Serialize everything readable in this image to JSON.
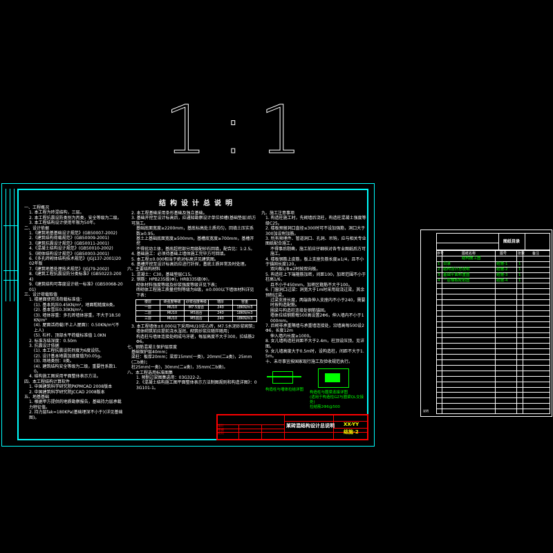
{
  "scale_label": "1:1",
  "sheet_title": "结构设计总说明",
  "col1": [
    {
      "t": "一、工程概况",
      "l": 0
    },
    {
      "t": "1. 本工程为砖混结构，三层。",
      "l": 1
    },
    {
      "t": "2. 本工程抗震设防类别为丙类，安全等级为二级。",
      "l": 1
    },
    {
      "t": "3. 本工程结构设计使用年限为50年。",
      "l": 1
    },
    {
      "t": "二、设计依据",
      "l": 0
    },
    {
      "t": "1.《建筑地基基础设计规范》(GB50007-2002)",
      "l": 1
    },
    {
      "t": "2.《建筑结构荷载规范》(GB50009-2001)",
      "l": 1
    },
    {
      "t": "3.《建筑抗震设计规范》(GB50011-2001)",
      "l": 1
    },
    {
      "t": "4.《混凝土结构设计规范》(GB50010-2002)",
      "l": 1
    },
    {
      "t": "5.《砌体结构设计规范》(GB50003-2001)",
      "l": 1
    },
    {
      "t": "6.《多孔砖砌体结构技术规范》(JGJ137-2001)2002年版",
      "l": 1
    },
    {
      "t": "7.《建筑地基处理技术规范》(JGJ79-2002)",
      "l": 1
    },
    {
      "t": "8.《建筑工程抗震设防分类标准》(GB50223-2004)",
      "l": 1
    },
    {
      "t": "9.《建筑结构可靠度设计统一标准》(GB50068-2001)",
      "l": 1
    },
    {
      "t": "三、设计荷载取值",
      "l": 0
    },
    {
      "t": "1. 楼屋面使用活荷载标准值：",
      "l": 1
    },
    {
      "t": "(1). 基本风压0.45KN/m²，地面粗糙度B类。",
      "l": 2
    },
    {
      "t": "(2). 基本雪压0.30KN/m²。",
      "l": 2
    },
    {
      "t": "(3). 墙体容重：多孔砖墙体容重，不大于18.50KN/m³",
      "l": 2
    },
    {
      "t": "(4). 屋面活荷载(不上人屋面)：0.50KN/m²(不上人)",
      "l": 2
    },
    {
      "t": "(5). 栏杆、顶部水平荷载标准值 1.0KN",
      "l": 2
    },
    {
      "t": "2. 标准冻结深度：0.50m",
      "l": 1
    },
    {
      "t": "3. 抗震设计依据",
      "l": 1
    },
    {
      "t": "(1). 本工程抗震设防烈度为6度设防。",
      "l": 2
    },
    {
      "t": "(2). 设计基本地震加速度值为0.05g。",
      "l": 2
    },
    {
      "t": "(3). 场地类别：II类。",
      "l": 2
    },
    {
      "t": "(4). 建筑结构安全等级为二级，重要性系数1.0。",
      "l": 2
    },
    {
      "t": "4. 结构施工图采用平面整体表示方法。",
      "l": 1
    },
    {
      "t": "四、本工程结构计算软件",
      "l": 0
    },
    {
      "t": "1. 中国建筑科学研究院PKPMCAD 2008版本",
      "l": 1
    },
    {
      "t": "2. 中国建筑科学研究院JCCAD 2008版本",
      "l": 1
    },
    {
      "t": "五、地基基础",
      "l": 0
    },
    {
      "t": "1. 根据甲方提供的地质勘察报告，基础持力层承载力特征值。",
      "l": 1
    },
    {
      "t": "2. 持力层fak=180KPa(基础埋深不小于)(详见基础图)。",
      "l": 1
    }
  ],
  "col2a": [
    {
      "t": "2. 本工程基础采用条形基础及独立基础。",
      "l": 0
    },
    {
      "t": "3. 基础开挖至设计标高后，应通知勘察设计单位验槽(基础垫层)后方可施工。",
      "l": 0
    },
    {
      "t": "基础底面宽度≥2200mm，基底标高处土质均匀，回填土压实系数≥0.95。",
      "l": 1
    },
    {
      "t": "基土上基础底面宽度≥500mm，基槽底宽度≥700mm，基槽开挖",
      "l": 1
    },
    {
      "t": "不得扰动土体，基底超挖部分用级配砂石回填，配合比：1:2.5。",
      "l": 1
    },
    {
      "t": "4. 基础施工：必须待基础上墙体施工完毕方可回填。",
      "l": 0
    },
    {
      "t": "5. 本工程±0.000相当于绝对标高详见建筑图。",
      "l": 0
    },
    {
      "t": "6. 基槽开挖至设计标高后应进行钎探，基底土质异常及时处理。",
      "l": 0
    },
    {
      "t": "六、主要结构材料",
      "l": -1
    },
    {
      "t": "1. 混凝土：C30，基础垫层C15。",
      "l": 0
    },
    {
      "t": "2. 钢筋：HPB235级(Φ)，HRB335级(Φ)，",
      "l": 0
    },
    {
      "t": "砌体材料强度等级及砂浆强度等级详见下表；",
      "l": 1
    },
    {
      "t": "砖砌体工程施工质量控制等级为B级，±0.000以下墙体材料详见下表：",
      "l": 1
    }
  ],
  "table": {
    "headers": [
      "楼层",
      "砖强度等级",
      "砂浆强度等级",
      "墙厚",
      "容重"
    ],
    "rows": [
      [
        "一层",
        "MU10",
        "M7.5混合",
        "240",
        "18KN/m3"
      ],
      [
        "二层",
        "MU10",
        "M5混合",
        "240",
        "18KN/m3"
      ],
      [
        "三层",
        "MU10",
        "M5混合",
        "240",
        "18KN/m3"
      ]
    ]
  },
  "col2b": [
    {
      "t": "3. 本工程墙体±0.000以下采用MU10实心砖，M7.5水泥砂浆砌筑；",
      "l": 0
    },
    {
      "t": "墙体砌筑前应提前浇水湿润，砌筑砂浆应随拌随用；",
      "l": 1
    },
    {
      "t": "构造柱与墙体连接处砌成马牙槎，每层高度不大于300，拉结筋2Φ6。",
      "l": 1
    },
    {
      "t": "七、钢筋混凝土保护层厚度",
      "l": -1
    },
    {
      "t": "基础保护层40mm；",
      "l": 0
    },
    {
      "t": "梁柱：板厚20mm；梁厚15mm(一类)，20mm(二a类)，25mm(二b类)；",
      "l": 0
    },
    {
      "t": "柱25mm(一类)，30mm(二a类)，35mm(二b类)。",
      "l": 0
    },
    {
      "t": "八、本工程选用标准图集",
      "l": -1
    },
    {
      "t": "1. 预制过梁图集选用：03G322-2。",
      "l": 1
    },
    {
      "t": "2.《混凝土结构施工图平面整体表示方法制图规则和构造详图》：03G101-1。",
      "l": 1
    }
  ],
  "col3": [
    {
      "t": "九、施工注意事项",
      "l": -1
    },
    {
      "t": "1. 构造柱施工时，先砌墙后浇柱，构造柱混凝土强度等级C25。",
      "l": 0
    },
    {
      "t": "2. 楼板预留洞口直径≤300时可不设加强筋，洞口大于300加设附加筋。",
      "l": 0
    },
    {
      "t": "3. 所有预埋件、管道洞口、孔洞、吊钩，应与相关专业图纸配合施工，",
      "l": 0
    },
    {
      "t": "不得事后剔凿，施工前应仔细核对各专业图纸后方可施工。",
      "l": 1
    },
    {
      "t": "4. 楼板钢筋上皮筋，板上支座负筋长度≥1/4，且不小于锚固长度120，",
      "l": 0
    },
    {
      "t": "双向板L/B≤2时按双向板。",
      "l": 1
    },
    {
      "t": "5. 构造柱上下端箍筋加密，间距100，加密范围不小于柱高1/6，",
      "l": 0
    },
    {
      "t": "且不小于450mm，加密区箍筋不大于100。",
      "l": 1
    },
    {
      "t": "6. 门窗洞口过梁：洞宽大于1m时采用现浇过梁，其余预制过梁，",
      "l": 0
    },
    {
      "t": "过梁支座长度，两端各伸入支座内不小于240，需要时按构造配筋。",
      "l": 1
    },
    {
      "t": "圈梁与构造柱连接处钢筋锚固。",
      "l": 1
    },
    {
      "t": "墙体拉结钢筋每500高设置2Φ6，伸入墙内不小于1000mm。",
      "l": 1
    },
    {
      "t": "7. 后砌非承重隔墙与承重墙连接处，沿墙高每500设2Φ6，长度12m",
      "l": 0
    },
    {
      "t": "伸入墙内长度≥1000。",
      "l": 1
    },
    {
      "t": "8. 女儿墙构造柱间距不大于2.4m，柱顶设压顶，见详图。",
      "l": 0
    },
    {
      "t": "9. 女儿墙高度大于0.5m时，设构造柱，间距不大于1.5m。",
      "l": 0
    },
    {
      "t": "十、未尽事宜按国家现行施工及验收规范执行。",
      "l": 0
    }
  ],
  "detail_labels": {
    "left": "构造柱与墙体拉结详图",
    "right_1": "构造柱与圈梁连接详图",
    "right_2": "(适用于构造柱GZ与圈梁QL交接处)",
    "right_3": "拉结筋2Φ6@500"
  },
  "title_block": {
    "project": "某砖混结构设计总说明",
    "drawing_no": "结施-2",
    "code": "XX-YY",
    "row_labels": [
      "设计",
      "审核",
      "校对"
    ]
  },
  "index": {
    "header_title": "图纸目录",
    "col_headers": [
      "序号",
      "图纸名称",
      "图号",
      "张数",
      "备注"
    ],
    "section": "结构施工图",
    "rows": [
      [
        "1",
        "目录",
        "结施-1",
        "1"
      ],
      [
        "2",
        "结构设计总说明",
        "结施-2",
        "1"
      ],
      [
        "3",
        "基础平面布置图",
        "结施-3",
        "1"
      ],
      [
        "4",
        "一层楼板配筋图",
        "结施-4",
        "1"
      ]
    ],
    "footer": "说明"
  }
}
